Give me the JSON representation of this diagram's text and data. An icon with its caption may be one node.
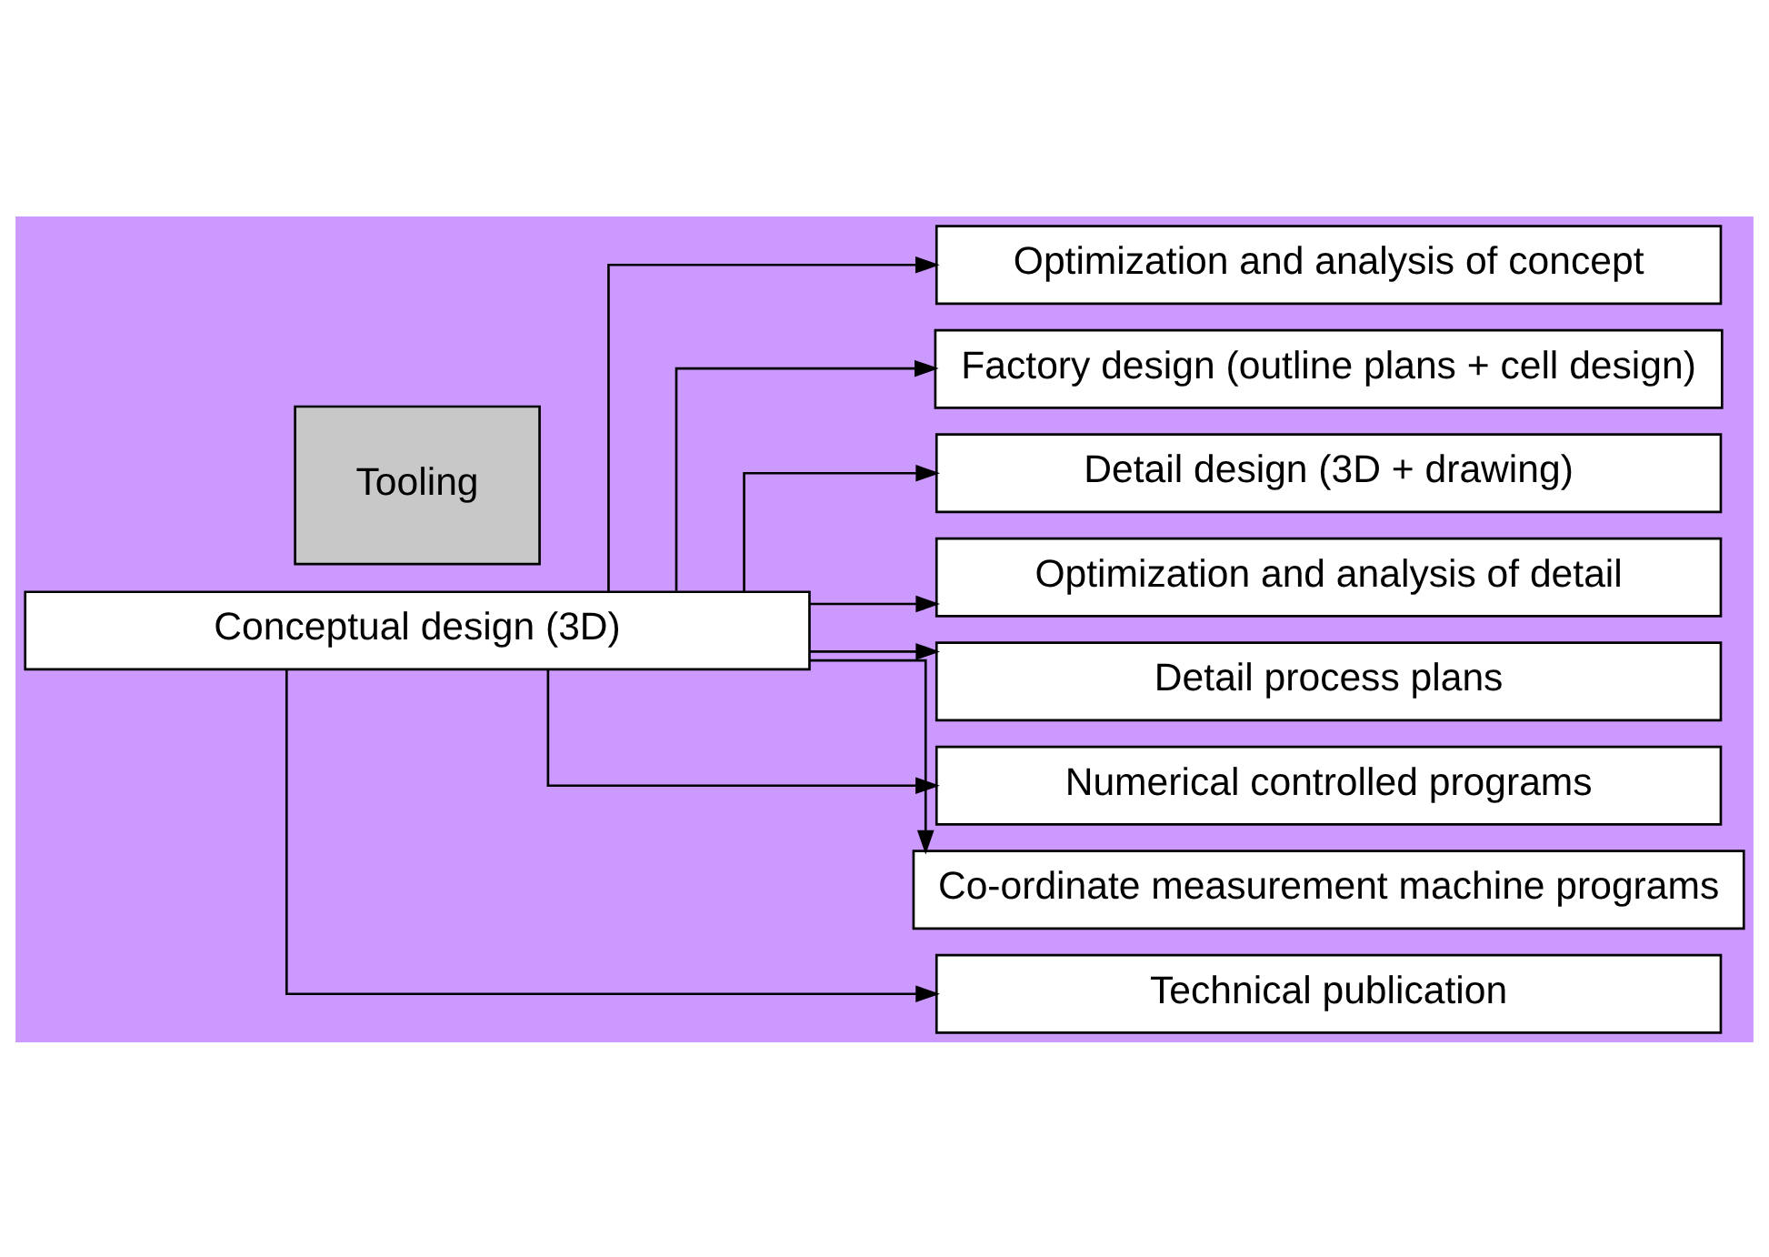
{
  "diagram": {
    "nodes": [
      {
        "text": [
          "Conceptual design (3D)"
        ]
      },
      {
        "text": [
          "Optimization and analysis of concept"
        ]
      },
      {
        "text": [
          "Factory design (outline plans + cell design)"
        ]
      },
      {
        "text": [
          "Detail design (3D + drawing)"
        ]
      },
      {
        "text": [
          "Optimization and analysis of detail"
        ]
      },
      {
        "text": [
          "Detail process plans"
        ]
      },
      {
        "text": [
          "Numerical controlled programs"
        ]
      },
      {
        "text": [
          "Co-ordinate measurement machine programs"
        ]
      },
      {
        "text": [
          "Technical publication"
        ]
      },
      {
        "text": [
          "Tooling"
        ]
      }
    ],
    "edges": [
      {
        "from": 0,
        "to": 1,
        "arrow": "to"
      },
      {
        "from": 0,
        "to": 2,
        "arrow": "to"
      },
      {
        "from": 0,
        "to": 3,
        "arrow": "to"
      },
      {
        "from": 0,
        "to": 4,
        "arrow": "to"
      },
      {
        "from": 0,
        "to": 5,
        "arrow": "to"
      },
      {
        "from": 0,
        "to": 6,
        "arrow": "to"
      },
      {
        "from": 0,
        "to": 7,
        "arrow": "to"
      },
      {
        "from": 0,
        "to": 8,
        "arrow": "to"
      }
    ]
  }
}
